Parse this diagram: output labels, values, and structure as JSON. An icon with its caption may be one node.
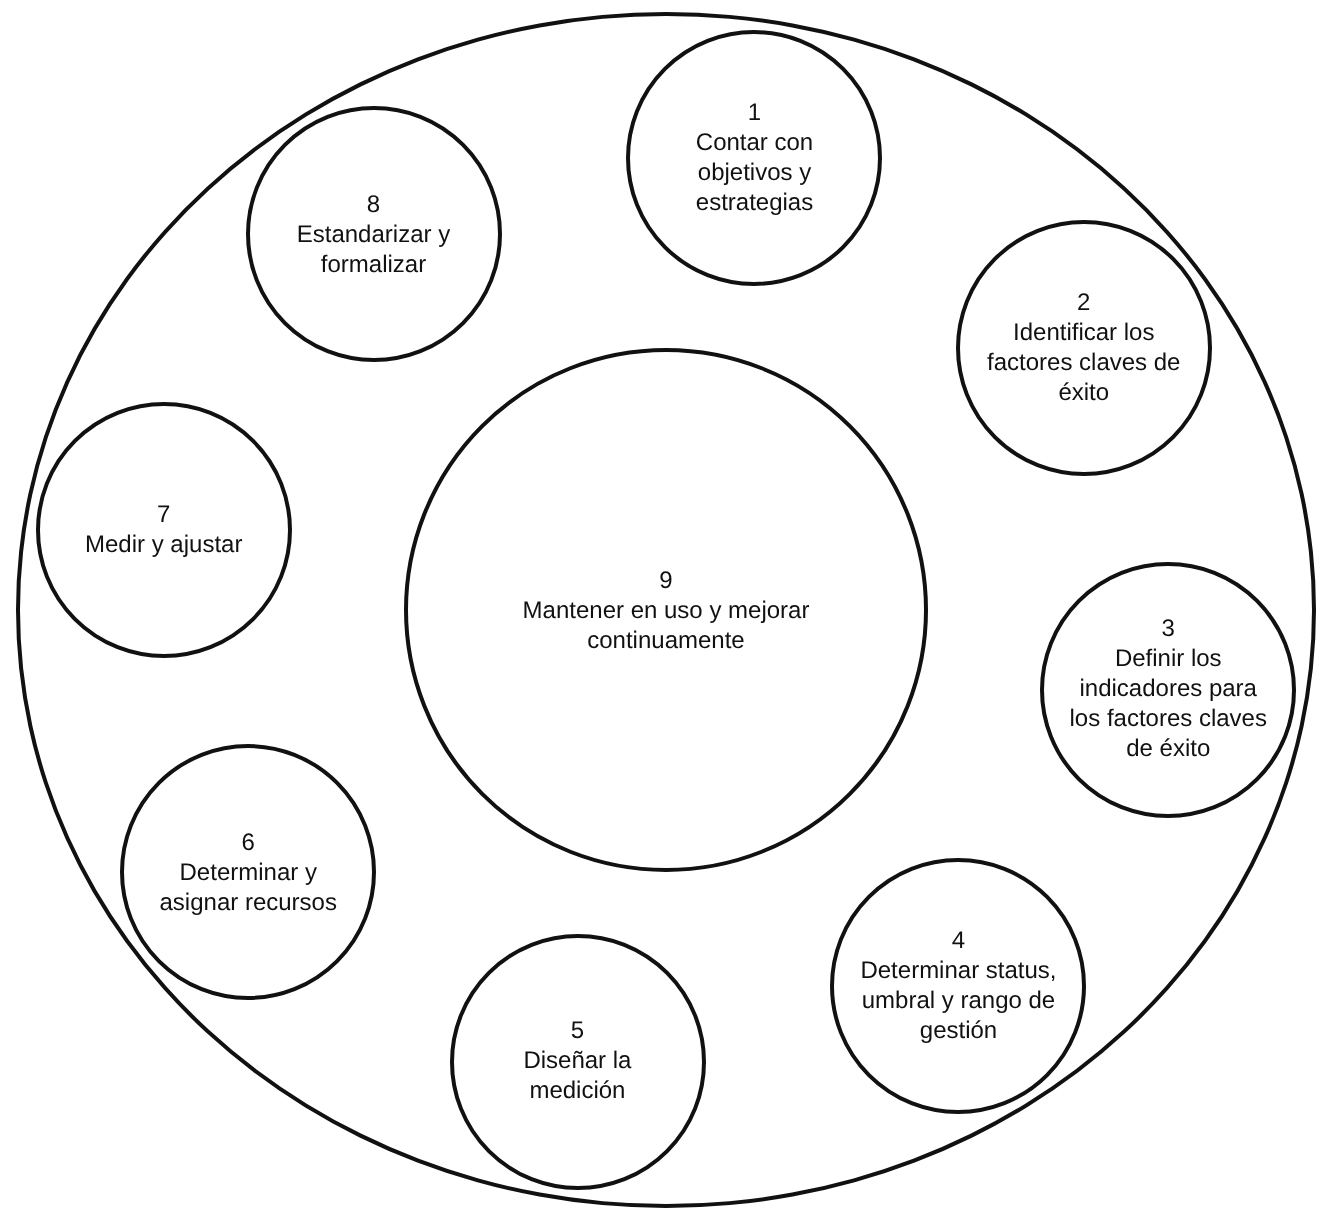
{
  "diagram": {
    "nodes": [
      {
        "text": [],
        "shape": "circle"
      },
      {
        "text": [
          "1",
          "Contar con objetivos y estrategias"
        ],
        "in": 0
      },
      {
        "text": [
          "2",
          "Identificar los factores claves de éxito"
        ],
        "in": 0
      },
      {
        "text": [
          "3",
          "Definir los indicadores para los factores claves de éxito"
        ],
        "in": 0
      },
      {
        "text": [
          "4",
          "Determinar status, umbral y rango de gestión"
        ],
        "in": 0
      },
      {
        "text": [
          "5",
          "Diseñar la medición"
        ],
        "in": 0
      },
      {
        "text": [
          "6",
          "Determinar y asignar recursos"
        ],
        "in": 0
      },
      {
        "text": [
          "7",
          "Medir y ajustar"
        ],
        "in": 0
      },
      {
        "text": [
          "8",
          "Estandarizar y formalizar"
        ],
        "in": 0
      },
      {
        "text": [
          "9",
          "Mantener en uso y mejorar continuamente"
        ],
        "in": 0
      }
    ]
  }
}
